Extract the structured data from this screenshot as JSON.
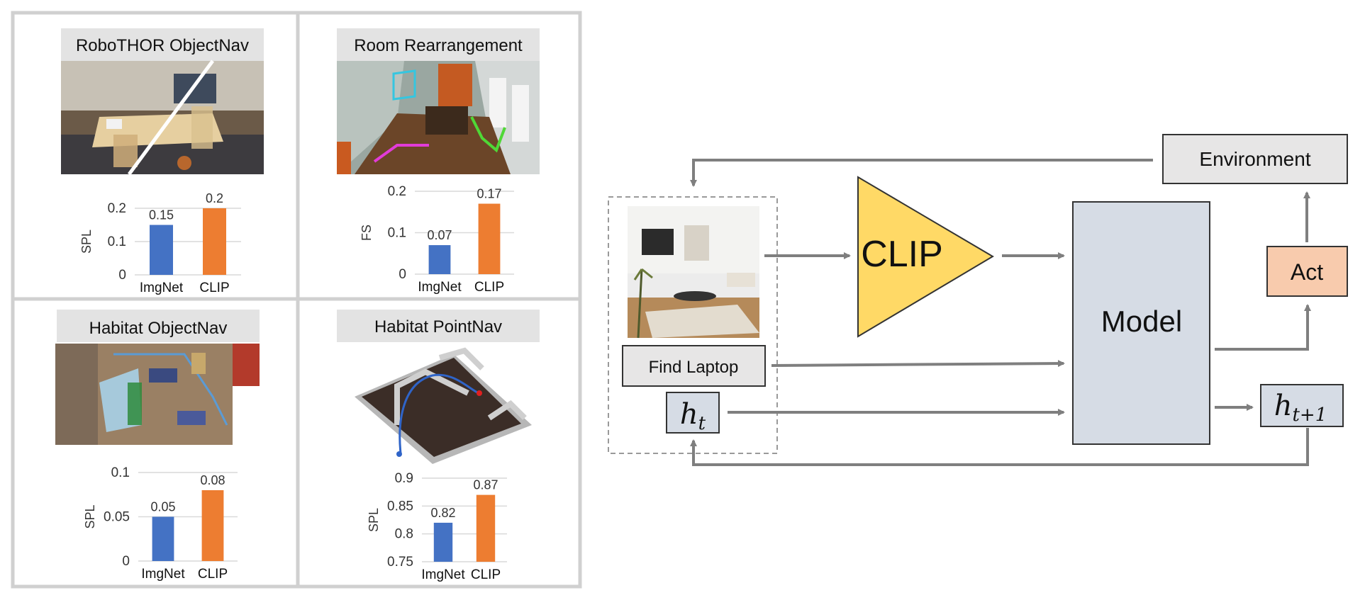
{
  "panels": [
    {
      "title": "RoboTHOR ObjectNav",
      "scene": "dining-room-photo",
      "chart_data": {
        "type": "bar",
        "categories": [
          "ImgNet",
          "CLIP"
        ],
        "values": [
          0.15,
          0.2
        ],
        "value_labels": [
          "0.15",
          "0.2"
        ],
        "ylabel": "SPL",
        "ylim": [
          0,
          0.2
        ],
        "yticks": [
          0,
          0.1,
          0.2
        ],
        "ytick_labels": [
          "0",
          "0.1",
          "0.2"
        ],
        "grid": true
      }
    },
    {
      "title": "Room Rearrangement",
      "scene": "rearrangement-room-render",
      "chart_data": {
        "type": "bar",
        "categories": [
          "ImgNet",
          "CLIP"
        ],
        "values": [
          0.07,
          0.17
        ],
        "value_labels": [
          "0.07",
          "0.17"
        ],
        "ylabel": "FS",
        "ylim": [
          0,
          0.2
        ],
        "yticks": [
          0,
          0.1,
          0.2
        ],
        "ytick_labels": [
          "0",
          "0.1",
          "0.2"
        ],
        "grid": true
      }
    },
    {
      "title": "Habitat ObjectNav",
      "scene": "floorplan-top-view",
      "chart_data": {
        "type": "bar",
        "categories": [
          "ImgNet",
          "CLIP"
        ],
        "values": [
          0.05,
          0.08
        ],
        "value_labels": [
          "0.05",
          "0.08"
        ],
        "ylabel": "SPL",
        "ylim": [
          0,
          0.1
        ],
        "yticks": [
          0,
          0.05,
          0.1
        ],
        "ytick_labels": [
          "0",
          "0.05",
          "0.1"
        ],
        "grid": true
      }
    },
    {
      "title": "Habitat PointNav",
      "scene": "maze-3d-render",
      "chart_data": {
        "type": "bar",
        "categories": [
          "ImgNet",
          "CLIP"
        ],
        "values": [
          0.82,
          0.87
        ],
        "value_labels": [
          "0.82",
          "0.87"
        ],
        "ylabel": "SPL",
        "ylim": [
          0.75,
          0.9
        ],
        "yticks": [
          0.75,
          0.8,
          0.85,
          0.9
        ],
        "ytick_labels": [
          "0.75",
          "0.8",
          "0.85",
          "0.9"
        ],
        "grid": true
      }
    }
  ],
  "colors": {
    "imgnet": "#4472c4",
    "clip": "#ed7d31",
    "clip_block": "#ffd966",
    "model_block": "#d6dce5",
    "act_block": "#f8cbad",
    "env_block": "#e7e6e6",
    "arrow": "#7f7f7f"
  },
  "diagram": {
    "environment": "Environment",
    "clip": "CLIP",
    "model": "Model",
    "act": "Act",
    "goal": "Find Laptop",
    "h_t": {
      "base": "h",
      "sub": "t"
    },
    "h_next": {
      "base": "h",
      "sub": "t+1"
    },
    "observation": "living-room-photo"
  }
}
